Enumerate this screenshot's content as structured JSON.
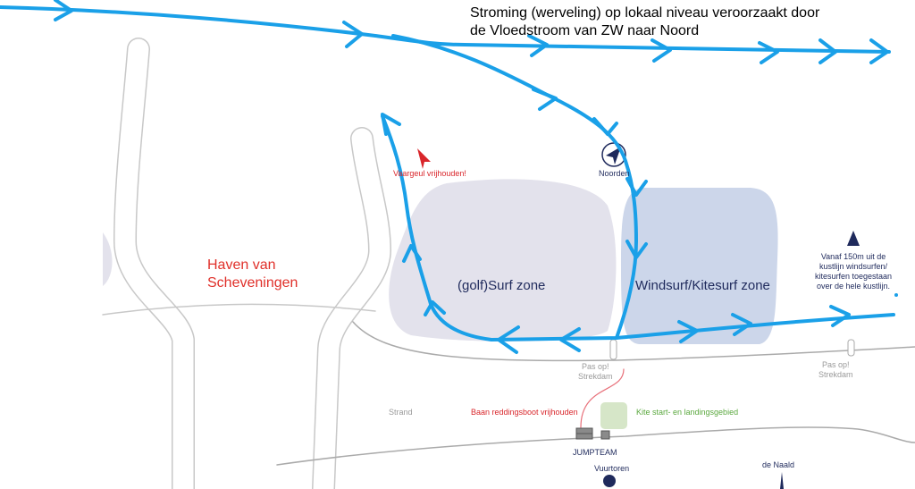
{
  "title_line1": "Stroming (werveling) op lokaal niveau veroorzaakt door",
  "title_line2": "de Vloedstroom van ZW naar Noord",
  "harbour_line1": "Haven van",
  "harbour_line2": "Scheveningen",
  "zones": {
    "surf": "(golf)Surf zone",
    "windsurf": "Windsurf/Kitesurf zone"
  },
  "compass_label": "Noorden",
  "fairway_warning": "Vaargeul vrijhouden!",
  "groyne_warning_1": {
    "l1": "Pas op!",
    "l2": "Strekdam"
  },
  "groyne_warning_2": {
    "l1": "Pas op!",
    "l2": "Strekdam"
  },
  "beach": "Strand",
  "lifeboat_lane": "Baan reddingsboot vrijhouden",
  "kite_area": "Kite start- en landingsgebied",
  "jumpteam": "JUMPTEAM",
  "lighthouse": "Vuurtoren",
  "needle": "de Naald",
  "note": [
    "Vanaf 150m uit de",
    "kustlijn windsurfen/",
    "kitesurfen toegestaan",
    "over de hele kustlijn."
  ],
  "colors": {
    "current": "#1aa0e8",
    "navy": "#1f2a5c",
    "red": "#d9262b",
    "surf_zone": "#e3e2ec",
    "kite_zone": "#ccd6ea",
    "kite_area": "#d6e6c8"
  }
}
